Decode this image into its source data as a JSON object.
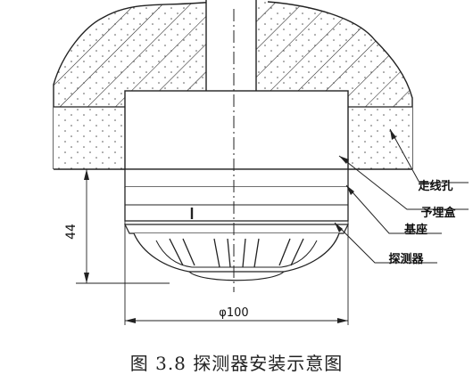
{
  "labels": {
    "wire_hole": "走线孔",
    "junction_box": "予埋盒",
    "base": "基座",
    "detector": "探测器"
  },
  "dimensions": {
    "height": "44",
    "diameter": "φ100"
  },
  "caption": "图 3.8  探测器安装示意图"
}
